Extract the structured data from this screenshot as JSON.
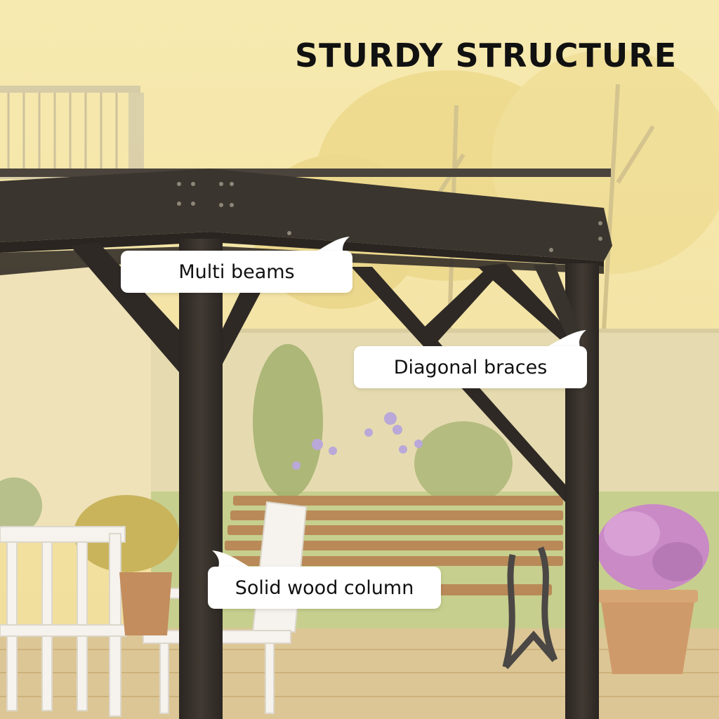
{
  "headline": "STURDY STRUCTURE",
  "callouts": {
    "beams": "Multi beams",
    "braces": "Diagonal braces",
    "column": "Solid wood column"
  },
  "colors": {
    "sky": "#f5e6a8",
    "wall": "#e8dcae",
    "wood": "#3a342f",
    "deck": "#d9c28f",
    "bench": "#b98a58",
    "callout_bg": "#ffffff",
    "text": "#111111"
  }
}
